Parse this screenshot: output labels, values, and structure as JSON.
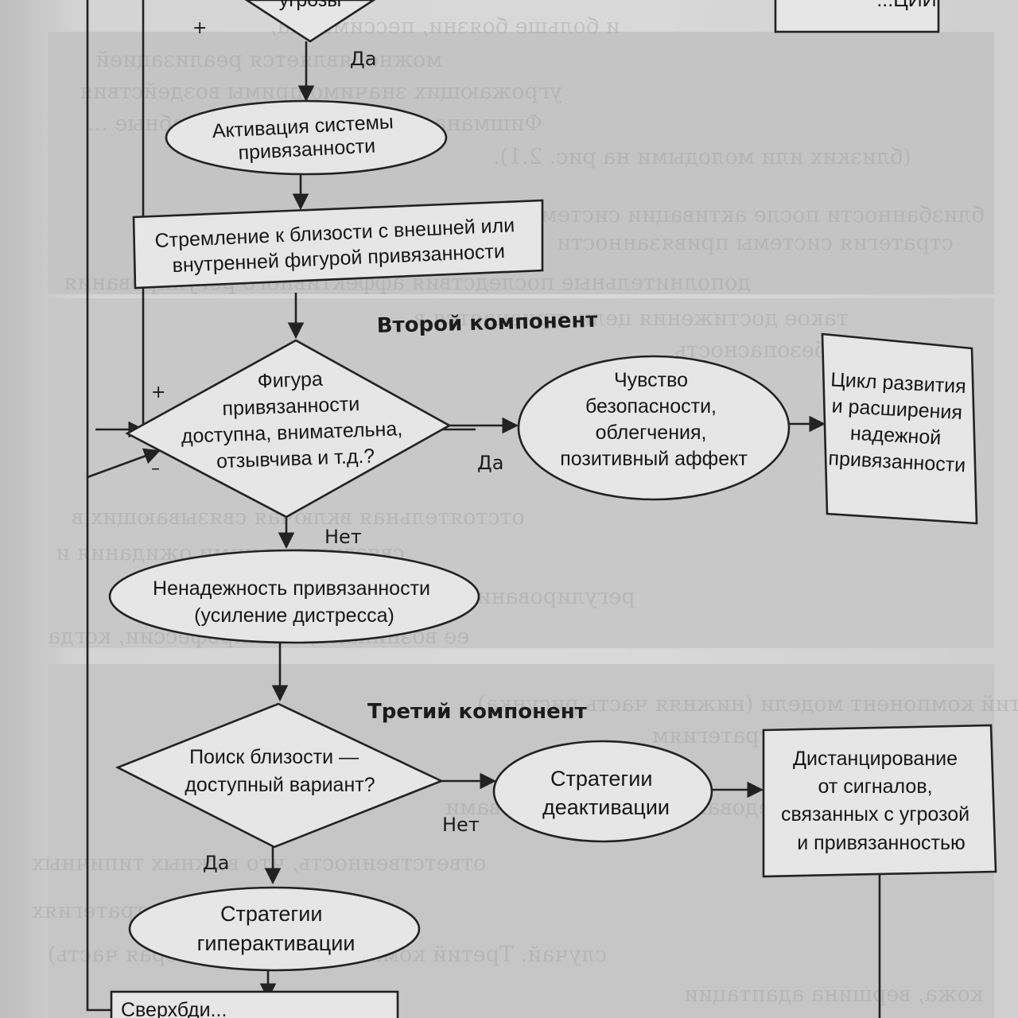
{
  "diagram": {
    "sections": {
      "second": "Второй компонент",
      "third": "Третий компонент"
    },
    "nodes": {
      "top_diamond_partial": "угрозы",
      "top_box_partial": "...ЦИИ",
      "activation": [
        "Активация системы",
        "привязанности"
      ],
      "proximity_seeking": [
        "Стремление к близости с внешней или",
        "внутренней фигурой привязанности"
      ],
      "figure_available": [
        "Фигура",
        "привязанности",
        "доступна, внимательна,",
        "отзывчива и т.д.?"
      ],
      "felt_security": [
        "Чувство",
        "безопасности,",
        "облегчения,",
        "позитивный аффект"
      ],
      "secure_cycle": [
        "Цикл развития",
        "и расширения",
        "надежной",
        "привязанности"
      ],
      "insecurity": [
        "Ненадежность привязанности",
        "(усиление дистресса)"
      ],
      "proximity_viable": [
        "Поиск близости —",
        "доступный вариант?"
      ],
      "deactivation": [
        "Стратегии",
        "деактивации"
      ],
      "distancing": [
        "Дистанцирование",
        "от сигналов,",
        "связанных с угрозой",
        "и привязанностью"
      ],
      "hyperactivation": [
        "Стратегии",
        "гиперактивации"
      ],
      "bottom_box_partial": "Сверхбди..."
    },
    "edges": {
      "yes": "Да",
      "no": "Нет",
      "plus": "+",
      "minus": "–"
    }
  },
  "background_text": [
    "и больше боязни, пессимизма,",
    "можно, является реализацией",
    "угрожающих значимо примы воздействия",
    "Фишмана и [2175], Чейх масштабные ...",
    "(близких или молодыми на рис. 2.1).",
    "близбанности после активации систем",
    "стратегия системы привязанности",
    "дополнительные последствия аффективного регулирования",
    "такое достижения цели, признается в",
    "вторая безопасность.",
    "отстоятельная включая связывающих в",
    "связанные с ними ожидания и",
    "регулирования, отрезков и оценки",
    "ее возникают, антипрофессии, когда",
    "Третий компонент модели (нижняя часть рисунка)",
    "внимание к иным стратегиям",
    "исследованиями, с множествами",
    "ответственность, что важных типичных",
    "специфических стратегиях",
    "случай. Третий компонент (нижняя серая часть)",
    "кожа, вершина адаптации"
  ]
}
